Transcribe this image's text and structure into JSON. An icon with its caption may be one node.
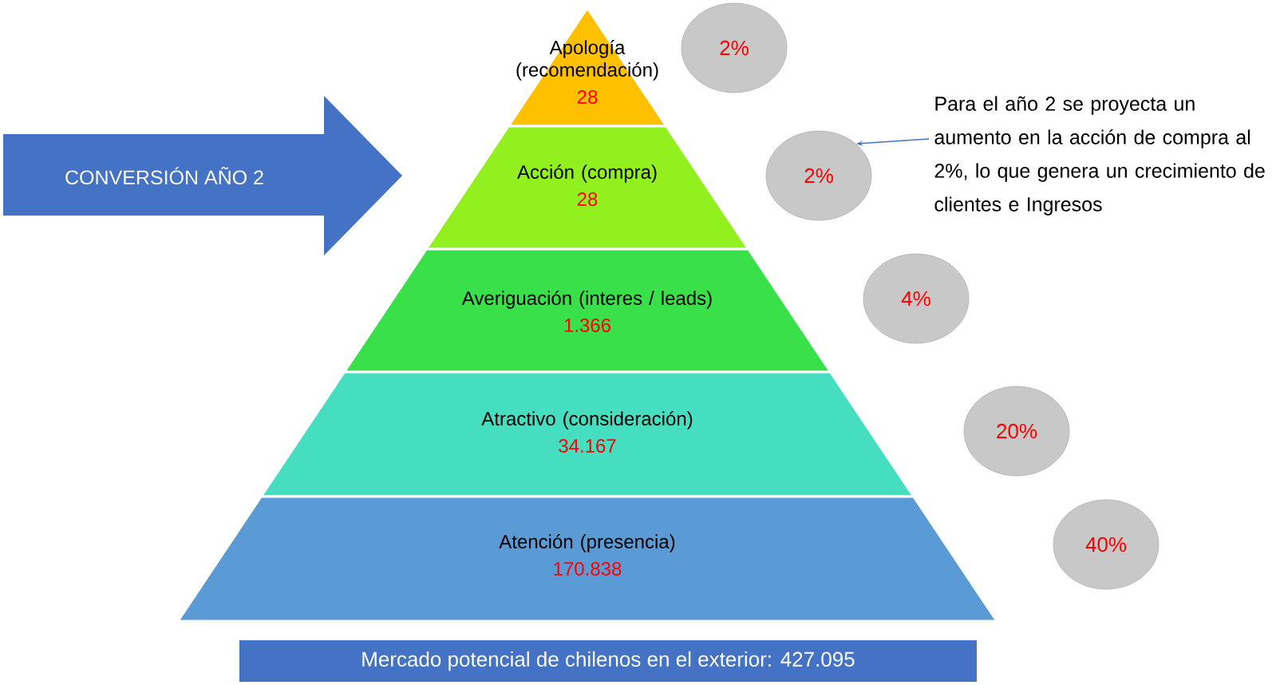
{
  "diagram": {
    "nodes": [
      {
        "text": [
          "Apología (recomendación)",
          "28"
        ]
      },
      {
        "text": [
          "Acción (compra)",
          "28"
        ]
      },
      {
        "text": [
          "Averiguación (interes / leads)",
          "1.366"
        ]
      },
      {
        "text": [
          "Atractivo (consideración)",
          "34.167"
        ]
      },
      {
        "text": [
          "Atención (presencia)",
          "170.838"
        ]
      },
      {
        "text": [
          "2%"
        ]
      },
      {
        "text": [
          "2%"
        ]
      },
      {
        "text": [
          "4%"
        ]
      },
      {
        "text": [
          "20%"
        ]
      },
      {
        "text": [
          "40%"
        ]
      },
      {
        "text": [
          "Para el año 2 se proyecta un aumento en la acción de compra al 2%, lo que genera un crecimiento de clientes e Ingresos"
        ]
      },
      {
        "text": [
          "CONVERSIÓN AÑO 2"
        ]
      },
      {
        "text": [
          "Mercado potencial de chilenos en el exterior: 427.095"
        ]
      }
    ],
    "edges": [
      {
        "from": 10,
        "to": 6,
        "arrow": "to"
      }
    ]
  }
}
